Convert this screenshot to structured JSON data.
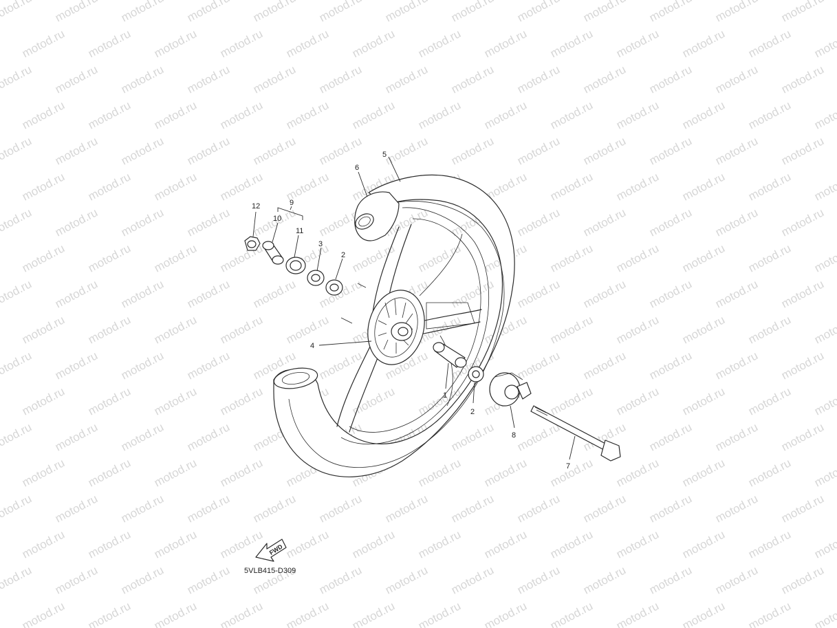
{
  "watermark": {
    "text": "motod.ru"
  },
  "diagram": {
    "code": "5VLB415-D309",
    "fwd_label": "FWD",
    "callouts": {
      "c1": "1",
      "c2a": "2",
      "c2b": "2",
      "c3": "3",
      "c4": "4",
      "c5": "5",
      "c6": "6",
      "c7": "7",
      "c8": "8",
      "c9": "9",
      "c10": "10",
      "c11": "11",
      "c12": "12"
    }
  }
}
